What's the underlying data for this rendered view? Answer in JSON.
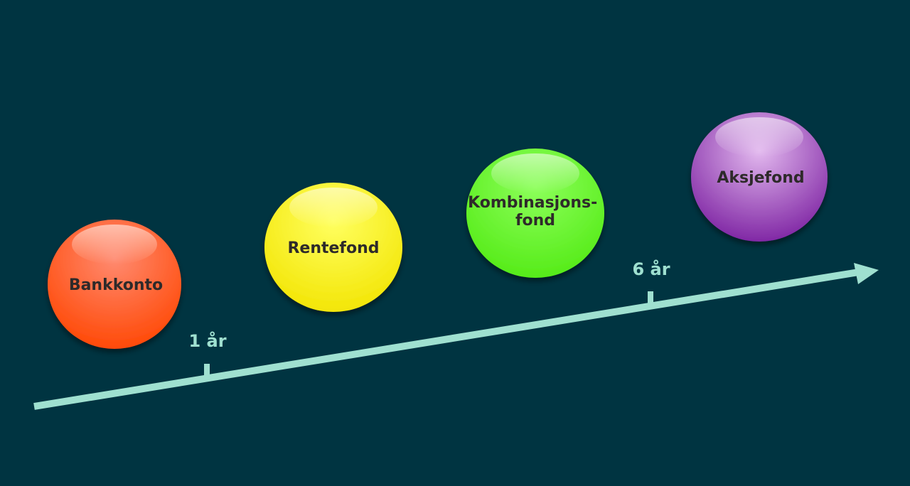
{
  "colors": {
    "background": "#003441",
    "axis": "#9fe0d0",
    "label_text": "#2e2a2a"
  },
  "axis": {
    "ticks": [
      {
        "label": "1 år"
      },
      {
        "label": "6 år"
      }
    ]
  },
  "bubbles": [
    {
      "lines": [
        "Bankkonto"
      ],
      "color_light": "#ff8a70",
      "color_dark": "#ff4500"
    },
    {
      "lines": [
        "Rentefond"
      ],
      "color_light": "#ffff60",
      "color_dark": "#f2e400"
    },
    {
      "lines": [
        "Kombinasjons-",
        "fond"
      ],
      "color_light": "#8cff5a",
      "color_dark": "#52ea14"
    },
    {
      "lines": [
        "Aksjefond"
      ],
      "color_light": "#e2b8ee",
      "color_dark": "#7a1ea0"
    }
  ]
}
